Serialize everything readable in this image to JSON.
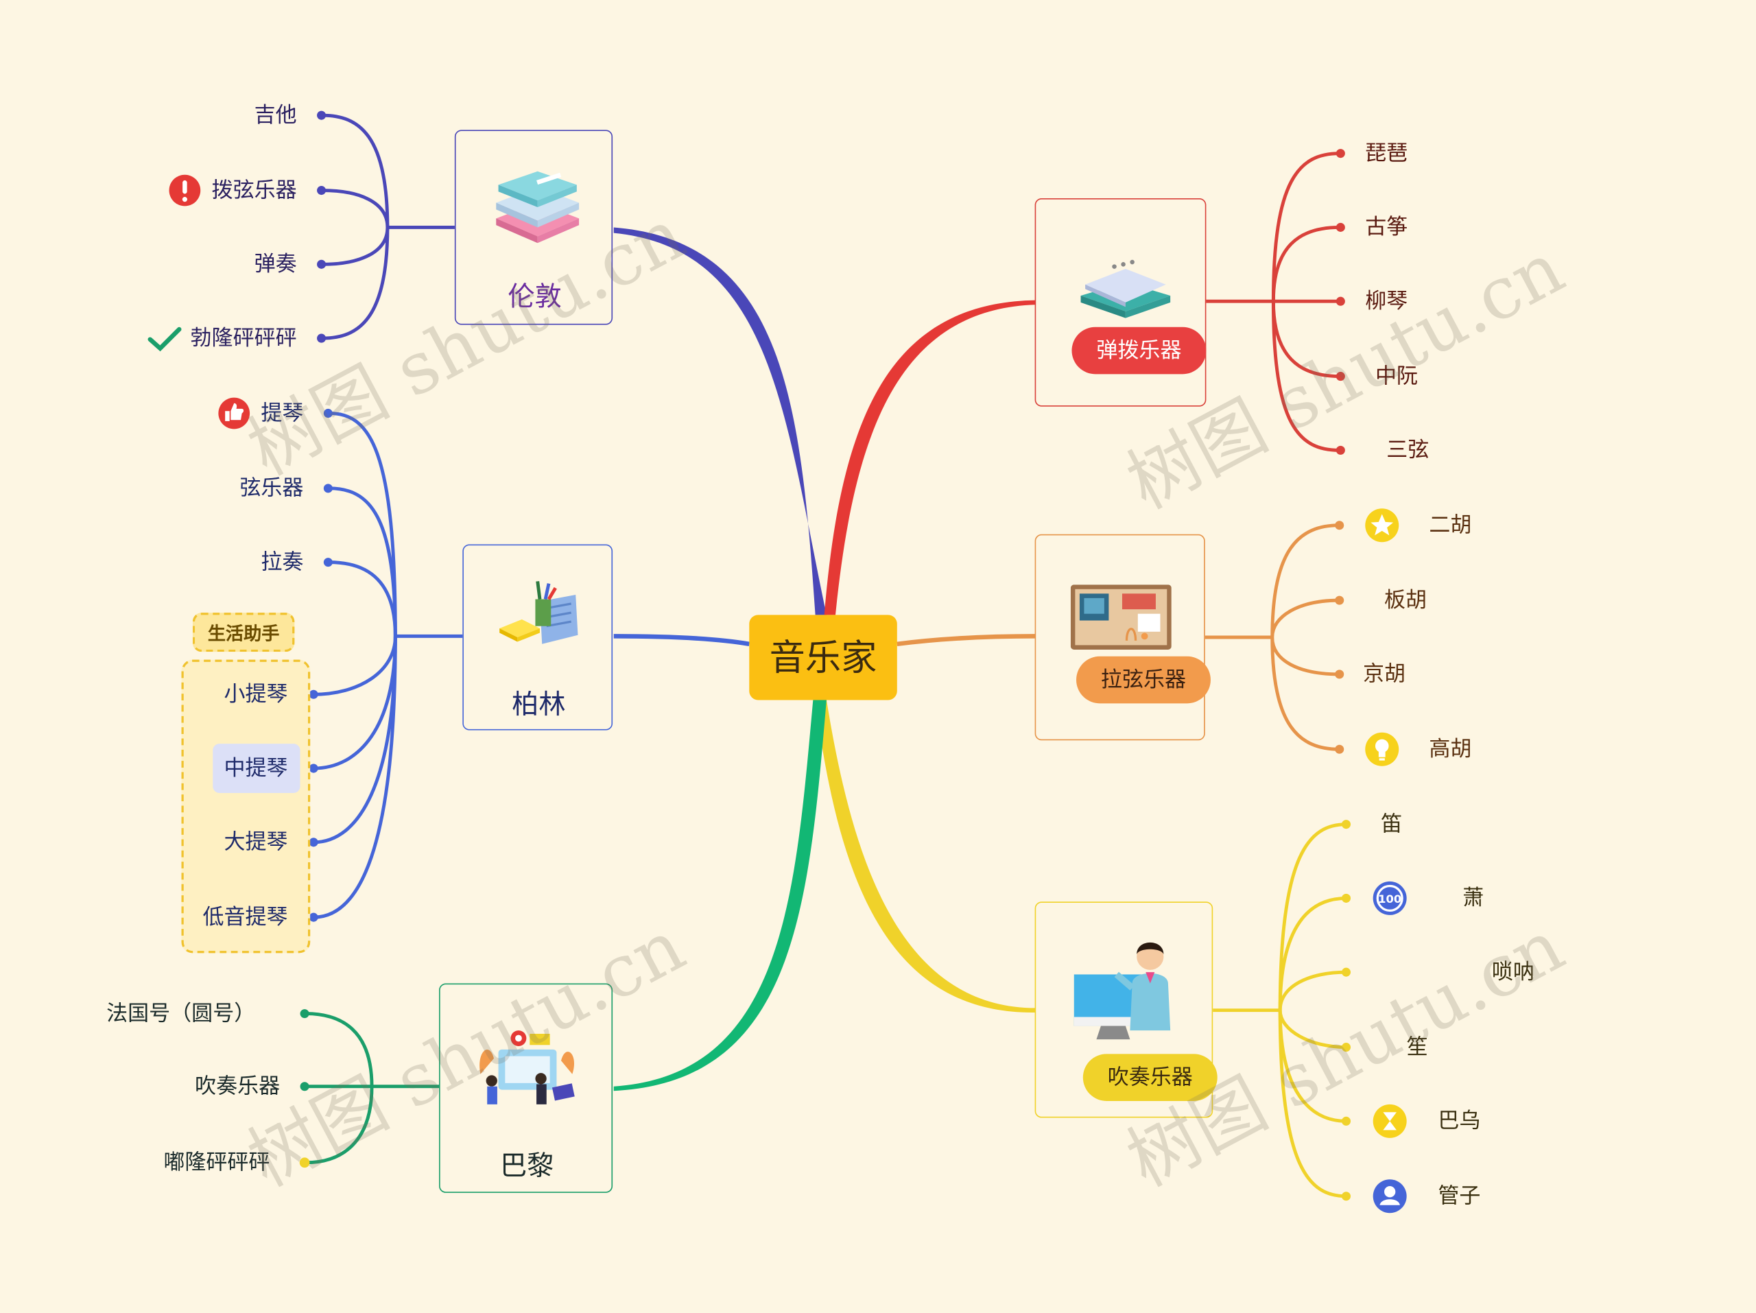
{
  "center": {
    "label": "音乐家"
  },
  "branches": {
    "london": {
      "title": "伦敦",
      "color": "#4a47b8",
      "icon": "books-icon",
      "children": [
        "吉他",
        "拨弦乐器",
        "弹奏",
        "勃隆砰砰砰"
      ]
    },
    "berlin": {
      "title": "柏林",
      "color": "#4565d8",
      "icon": "stationery-icon",
      "children": [
        "提琴",
        "弦乐器",
        "拉奏",
        "小提琴",
        "中提琴",
        "大提琴",
        "低音提琴"
      ],
      "tag": "生活助手"
    },
    "paris": {
      "title": "巴黎",
      "color": "#1a9e6a",
      "icon": "team-illustration-icon",
      "children": [
        "法国号（圆号）",
        "吹奏乐器",
        "嘟隆砰砰砰"
      ]
    },
    "pluck": {
      "title": "弹拨乐器",
      "color": "#e53935",
      "icon": "notepad-icon",
      "children": [
        "琵琶",
        "古筝",
        "柳琴",
        "中阮",
        "三弦"
      ]
    },
    "bow": {
      "title": "拉弦乐器",
      "color": "#f29b4c",
      "icon": "corkboard-icon",
      "children": [
        "二胡",
        "板胡",
        "京胡",
        "高胡"
      ]
    },
    "wind": {
      "title": "吹奏乐器",
      "color": "#f0d22a",
      "icon": "teacher-icon",
      "children": [
        "笛",
        "萧",
        "唢呐",
        "笙",
        "巴乌",
        "管子"
      ]
    }
  },
  "watermark": "树图 shutu.cn",
  "badges": {
    "score": "100"
  }
}
